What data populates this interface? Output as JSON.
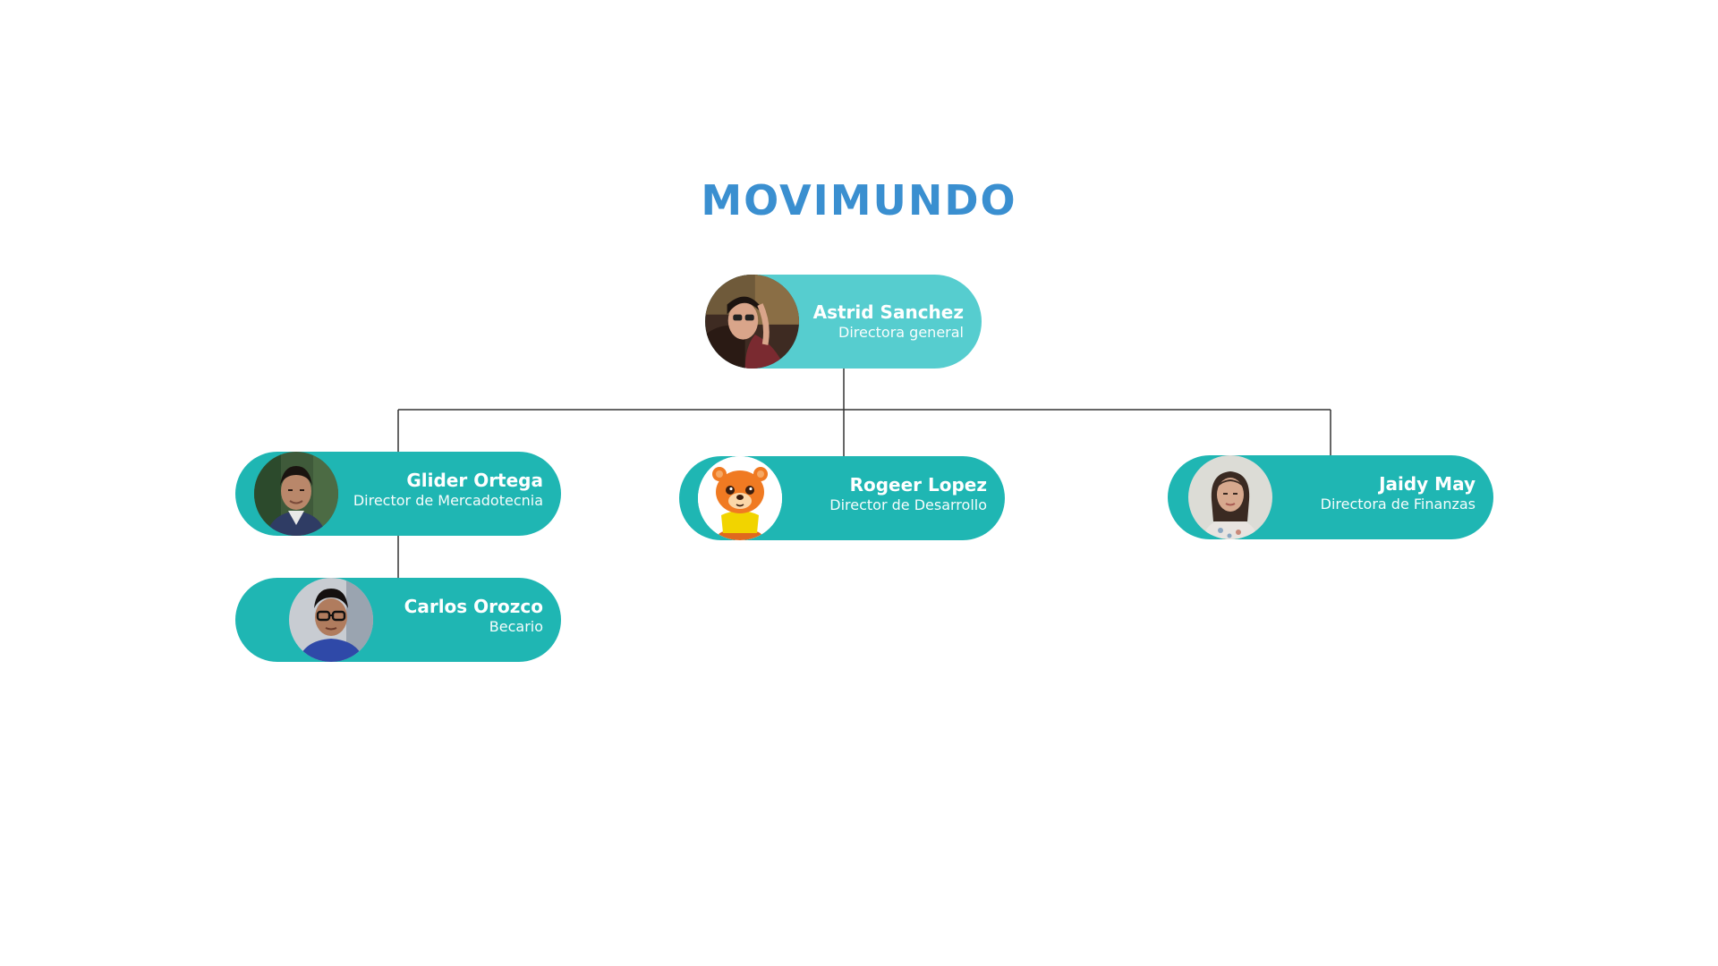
{
  "title": "MOVIMUNDO",
  "colors": {
    "title": "#3a8fd0",
    "root_card": "#56cdcf",
    "card": "#1fb6b3",
    "connector": "#333333"
  },
  "nodes": {
    "root": {
      "name": "Astrid Sanchez",
      "role": "Directora general",
      "avatar": "person-photo"
    },
    "marketing": {
      "name": "Glider Ortega",
      "role": "Director de Mercadotecnia",
      "avatar": "person-photo"
    },
    "development": {
      "name": "Rogeer Lopez",
      "role": "Director de Desarrollo",
      "avatar": "bear-cartoon"
    },
    "finance": {
      "name": "Jaidy May",
      "role": "Directora de Finanzas",
      "avatar": "person-photo"
    },
    "intern": {
      "name": "Carlos Orozco",
      "role": "Becario",
      "avatar": "person-photo"
    }
  },
  "relations": [
    {
      "from": "Astrid Sanchez",
      "to": "Glider Ortega"
    },
    {
      "from": "Astrid Sanchez",
      "to": "Rogeer Lopez"
    },
    {
      "from": "Astrid Sanchez",
      "to": "Jaidy May"
    },
    {
      "from": "Glider Ortega",
      "to": "Carlos Orozco"
    }
  ]
}
